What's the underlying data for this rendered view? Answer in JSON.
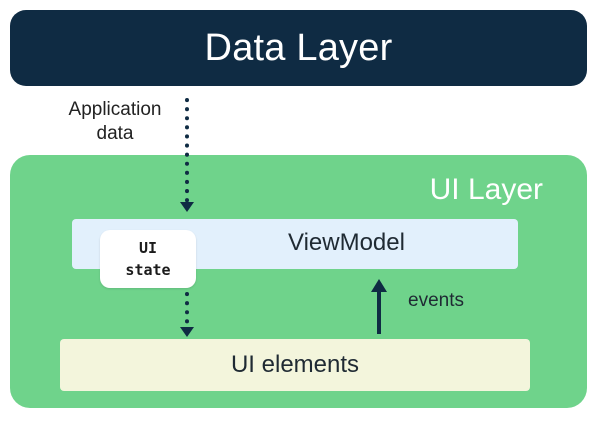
{
  "data_layer": {
    "label": "Data Layer"
  },
  "application_data": {
    "line1": "Application",
    "line2": "data"
  },
  "ui_layer": {
    "title": "UI Layer",
    "viewmodel_label": "ViewModel",
    "ui_state_label": "UI\nstate",
    "ui_elements_label": "UI elements",
    "events_label": "events"
  },
  "colors": {
    "data_layer_bg": "#0f2b43",
    "ui_layer_bg": "#6fd38b",
    "viewmodel_bg": "#e2f0fc",
    "ui_elements_bg": "#f3f5dc",
    "arrow": "#0f2b43"
  }
}
